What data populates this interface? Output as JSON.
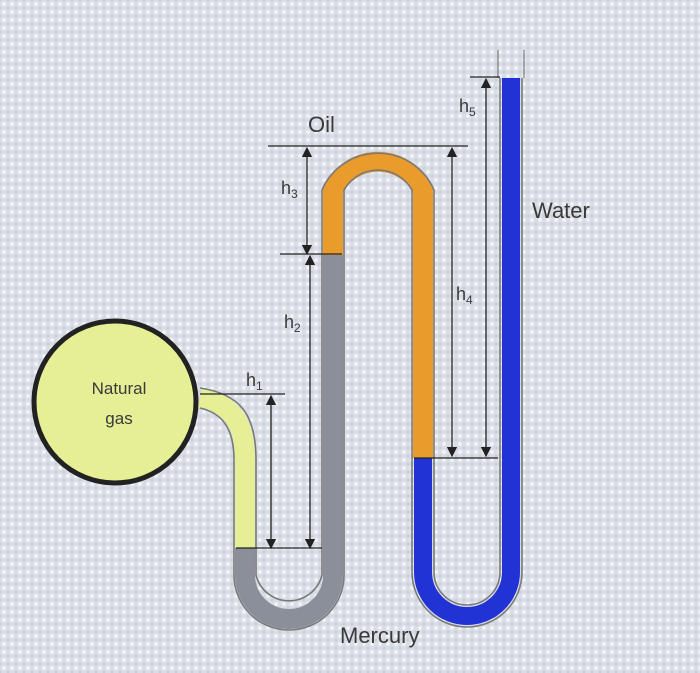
{
  "diagram": {
    "labels": {
      "oil": "Oil",
      "water": "Water",
      "mercury": "Mercury",
      "tank_line1": "Natural",
      "tank_line2": "gas"
    },
    "heights": [
      {
        "base": "h",
        "sub": "1"
      },
      {
        "base": "h",
        "sub": "2"
      },
      {
        "base": "h",
        "sub": "3"
      },
      {
        "base": "h",
        "sub": "4"
      },
      {
        "base": "h",
        "sub": "5"
      }
    ],
    "colors": {
      "gas": "#e6ee96",
      "mercury": "#8a8f9a",
      "oil": "#e99b2b",
      "water": "#2233d6",
      "tube_outline": "#7a7a7a",
      "tank_border": "#222222"
    }
  }
}
